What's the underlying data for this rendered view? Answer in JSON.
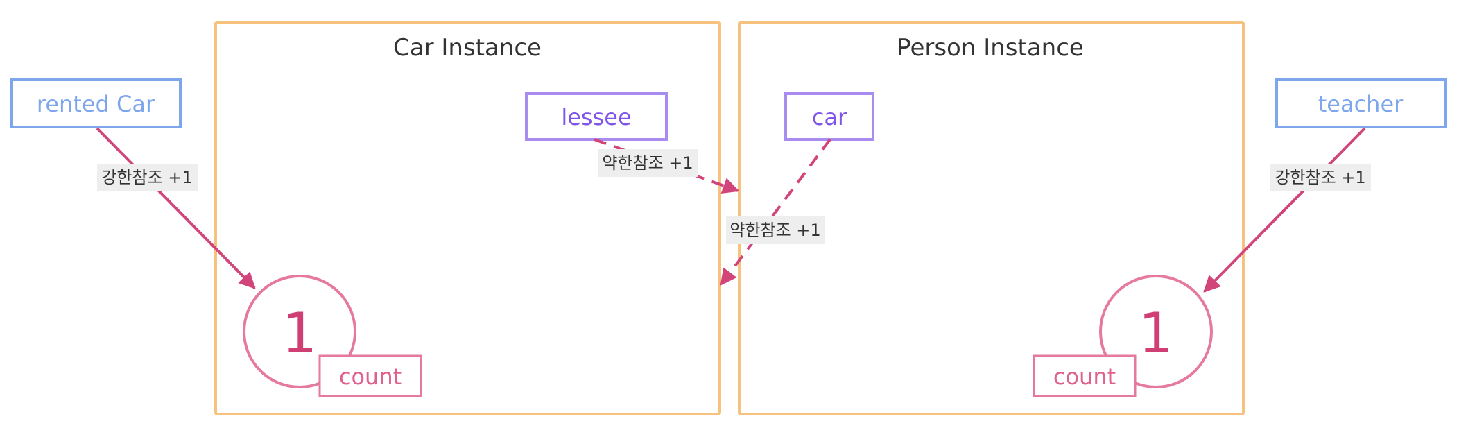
{
  "diagram": {
    "colors": {
      "instance_border": "#f6c27e",
      "var_blue": "#7ea6ec",
      "var_purple": "#a88cf0",
      "var_purple_text": "#7e55e8",
      "arrow": "#d2457a",
      "count_pink": "#e6799f",
      "count_text": "#e0608e",
      "digit": "#cf3f74",
      "label_bg": "#eeeeee",
      "text_dark": "#333333"
    },
    "instances": {
      "car": {
        "title": "Car Instance"
      },
      "person": {
        "title": "Person Instance"
      }
    },
    "variables": {
      "rented_car": "rented Car",
      "teacher": "teacher",
      "lessee": "lessee",
      "car": "car"
    },
    "counts": {
      "car": {
        "value": "1",
        "label": "count"
      },
      "person": {
        "value": "1",
        "label": "count"
      }
    },
    "edge_labels": {
      "strong_left": "강한참조 +1",
      "strong_right": "강한참조 +1",
      "weak_lessee": "약한참조 +1",
      "weak_car": "약한참조 +1"
    }
  }
}
